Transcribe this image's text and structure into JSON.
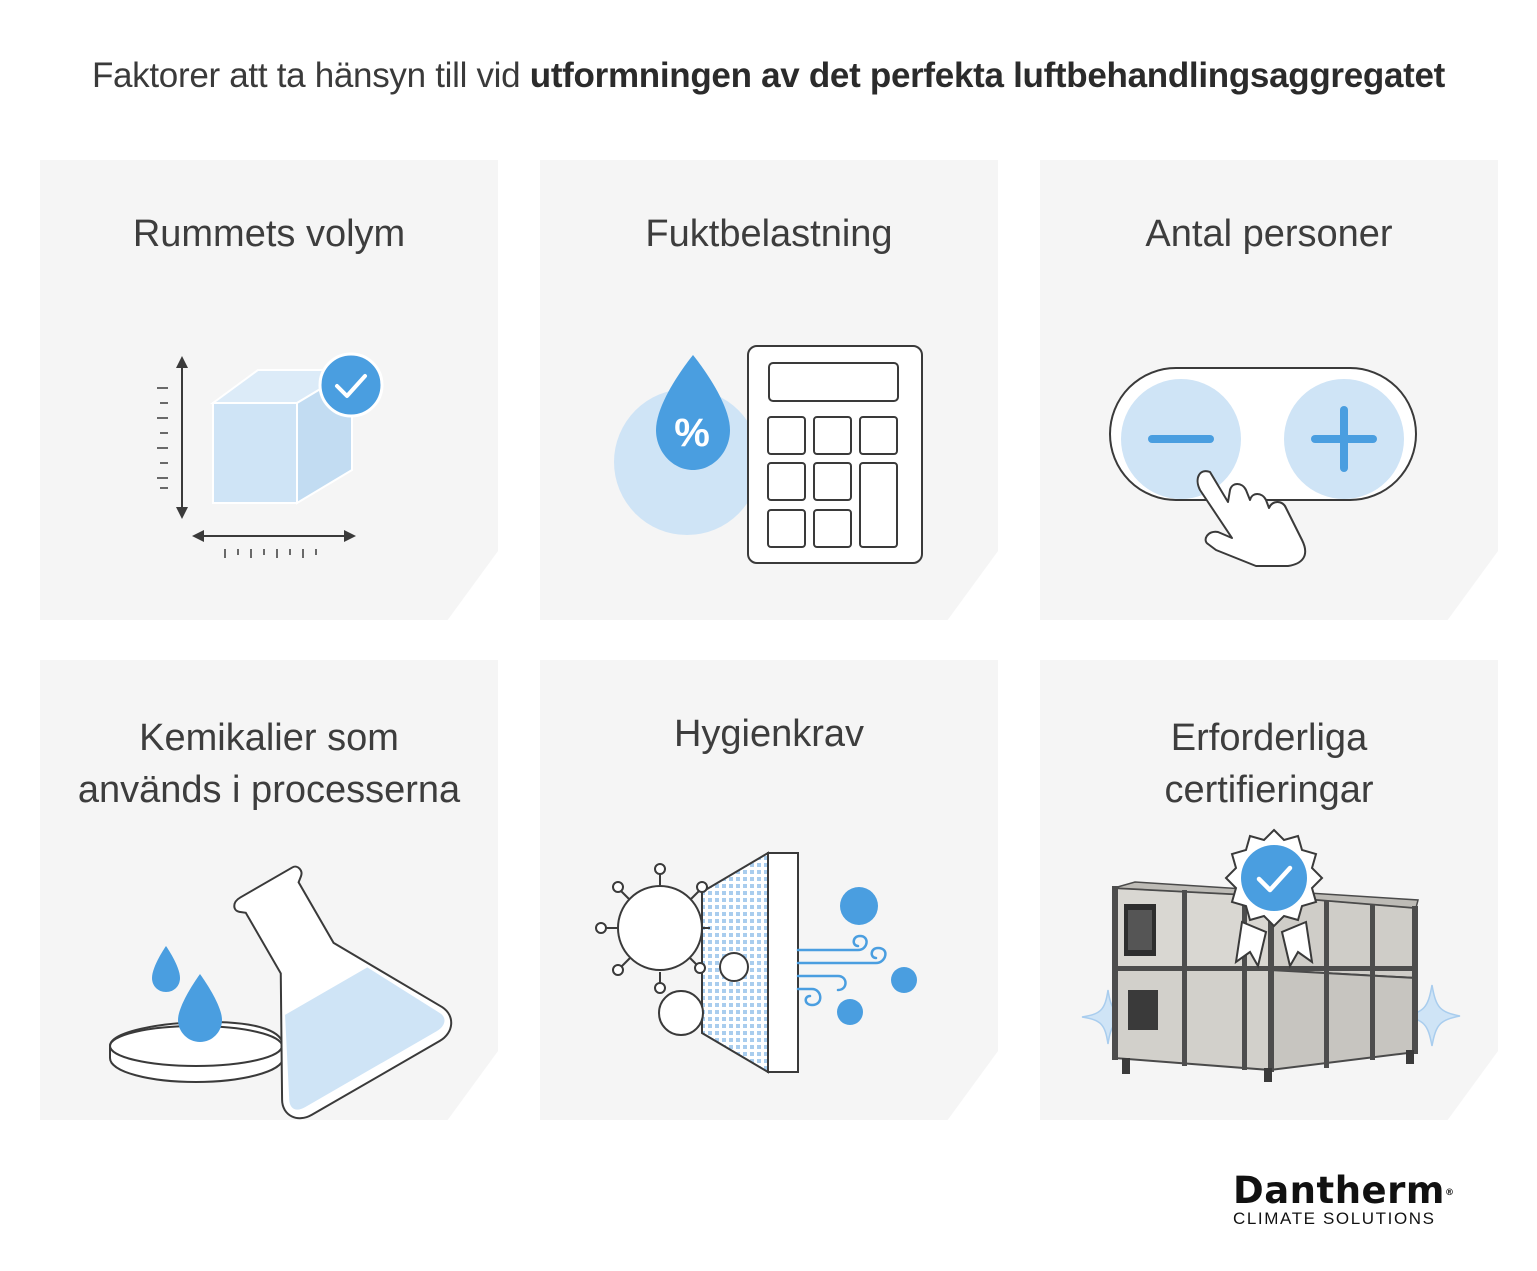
{
  "title": {
    "regular": "Faktorer att ta hänsyn till vid ",
    "bold": "utformningen av det perfekta luftbehandlingsaggregatet"
  },
  "cards": [
    {
      "lines": [
        "Rummets volym"
      ],
      "icon": "cube-measure-icon"
    },
    {
      "lines": [
        "Fuktbelastning"
      ],
      "icon": "humidity-calculator-icon"
    },
    {
      "lines": [
        "Antal personer"
      ],
      "icon": "plus-minus-hand-icon"
    },
    {
      "lines": [
        "Kemikalier som",
        "används i processerna"
      ],
      "icon": "chemical-flask-icon"
    },
    {
      "lines": [
        "Hygienkrav"
      ],
      "icon": "air-filter-virus-icon"
    },
    {
      "lines": [
        "Erforderliga",
        "certifieringar"
      ],
      "icon": "certified-air-unit-icon"
    }
  ],
  "icons": {
    "percent_label": "%"
  },
  "logo": {
    "name": "Dantherm",
    "reg": "®",
    "tagline": "CLIMATE SOLUTIONS"
  },
  "colors": {
    "accent_blue": "#4a9ee0",
    "light_blue": "#cfe4f6",
    "card_bg": "#f5f5f5",
    "outline": "#3a3a3a"
  }
}
